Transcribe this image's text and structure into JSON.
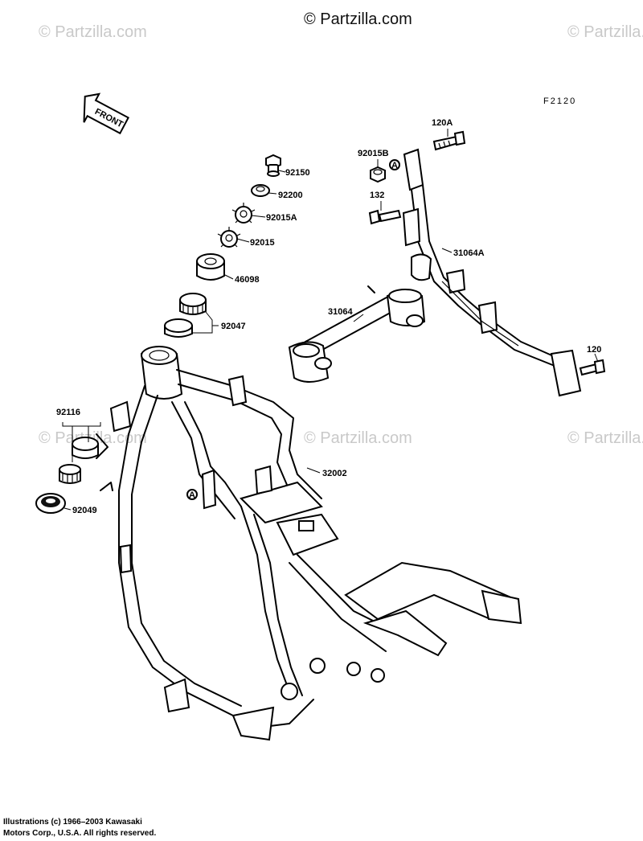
{
  "watermarks": {
    "main": "© Partzilla.com",
    "faint": "© Partzilla.com"
  },
  "figure_code": "F2120",
  "front_arrow": "FRONT",
  "ref_marker": "A",
  "callouts": {
    "p92150": "92150",
    "p92200": "92200",
    "p92015A": "92015A",
    "p92015": "92015",
    "p46098": "46098",
    "p92047": "92047",
    "p92116": "92116",
    "p92049": "92049",
    "p32002": "32002",
    "p31064": "31064",
    "p31064A": "31064A",
    "p120A": "120A",
    "p92015B": "92015B",
    "p132": "132",
    "p120": "120"
  },
  "copyright": {
    "line1": "Illustrations (c) 1966–2003 Kawasaki",
    "line2": "Motors Corp., U.S.A.  All rights reserved."
  }
}
